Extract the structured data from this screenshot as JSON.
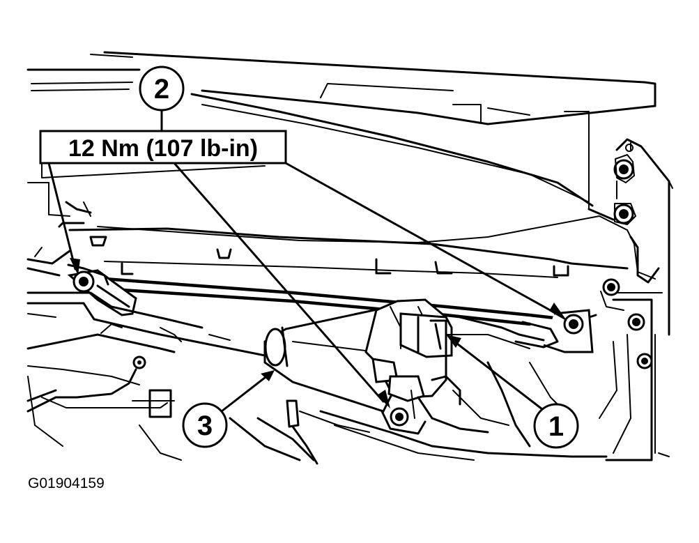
{
  "callouts": [
    {
      "id": "callout-1",
      "number": "1"
    },
    {
      "id": "callout-2",
      "number": "2"
    },
    {
      "id": "callout-3",
      "number": "3"
    }
  ],
  "torque_spec": "12 Nm (107 lb-in)",
  "figure_id": "G01904159",
  "colors": {
    "line": "#000000",
    "background": "#ffffff"
  }
}
